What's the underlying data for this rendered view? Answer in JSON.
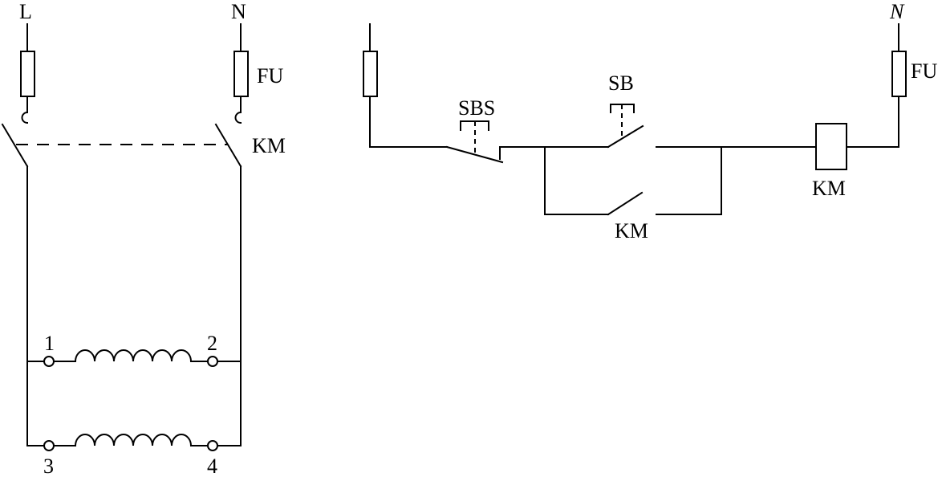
{
  "power_circuit": {
    "line_label": "L",
    "neutral_label": "N",
    "fuse_label": "FU",
    "contactor_label": "KM",
    "winding_top": {
      "start_terminal": "1",
      "end_terminal": "2"
    },
    "winding_bottom": {
      "start_terminal": "3",
      "end_terminal": "4"
    }
  },
  "control_circuit": {
    "neutral_label": "N",
    "fuse_label": "FU",
    "stop_button_label": "SBS",
    "start_button_label": "SB",
    "coil_label": "KM",
    "holding_contact_label": "KM"
  }
}
